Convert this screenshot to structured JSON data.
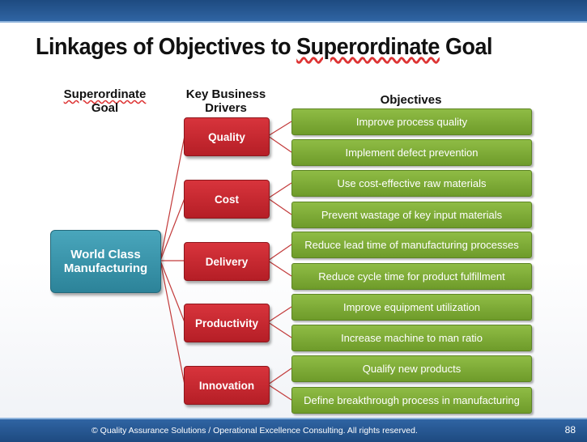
{
  "title": {
    "prefix": "Linkages of Objectives to ",
    "underlined": "Superordinate",
    "suffix": " Goal"
  },
  "headers": {
    "goal_line1": "Superordinate",
    "goal_line2": "Goal",
    "drivers_line1": "Key Business",
    "drivers_line2": "Drivers",
    "objectives": "Objectives"
  },
  "goal": {
    "line1": "World Class",
    "line2": "Manufacturing"
  },
  "drivers": [
    {
      "label": "Quality",
      "objectives": [
        "Improve process quality",
        "Implement defect prevention"
      ]
    },
    {
      "label": "Cost",
      "objectives": [
        "Use cost-effective raw materials",
        "Prevent wastage of key input materials"
      ]
    },
    {
      "label": "Delivery",
      "objectives": [
        "Reduce lead time of manufacturing processes",
        "Reduce cycle time for product fulfillment"
      ]
    },
    {
      "label": "Productivity",
      "objectives": [
        "Improve equipment utilization",
        "Increase machine to man ratio"
      ]
    },
    {
      "label": "Innovation",
      "objectives": [
        "Qualify new products",
        "Define breakthrough process in manufacturing"
      ]
    }
  ],
  "footer": {
    "copyright": "© Quality Assurance Solutions / Operational Excellence Consulting.  All rights reserved.",
    "page_number": "88"
  },
  "colors": {
    "goal": "#2f8ea5",
    "driver": "#c4262e",
    "objective": "#7fab36",
    "connector": "#c23a3a",
    "bar": "#2a5b96"
  }
}
